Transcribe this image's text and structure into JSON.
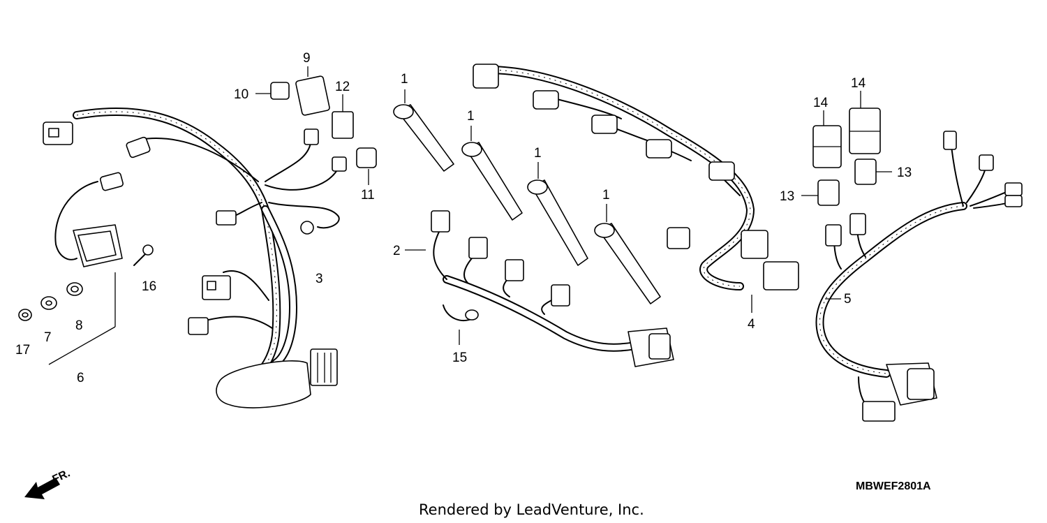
{
  "labels": {
    "l1a": "1",
    "l1b": "1",
    "l1c": "1",
    "l1d": "1",
    "l2": "2",
    "l3": "3",
    "l4": "4",
    "l5": "5",
    "l6": "6",
    "l7": "7",
    "l8": "8",
    "l9": "9",
    "l10": "10",
    "l11": "11",
    "l12": "12",
    "l13a": "13",
    "l13b": "13",
    "l14a": "14",
    "l14b": "14",
    "l15": "15",
    "l16": "16",
    "l17": "17"
  },
  "front_marker": "FR.",
  "diagram_code": "MBWEF2801A",
  "credit": "Rendered by LeadVenture, Inc."
}
